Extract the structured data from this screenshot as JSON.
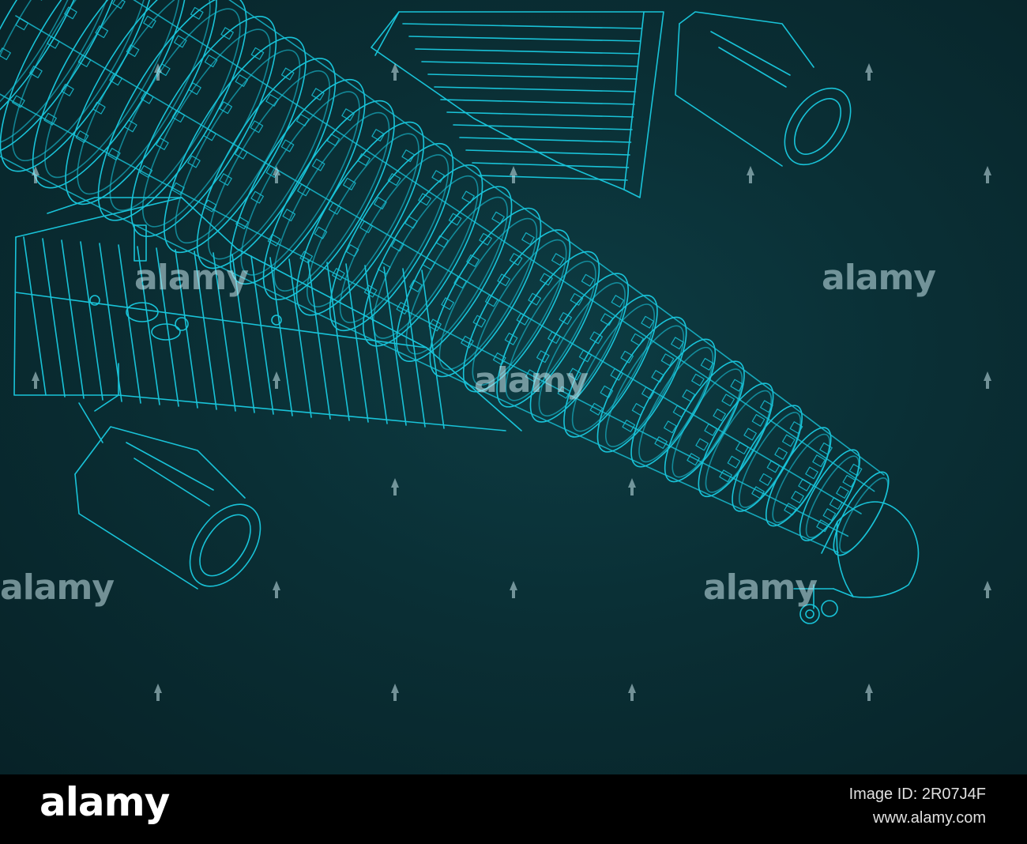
{
  "image": {
    "subject": "aircraft-blueprint-wireframe",
    "line_color": "#19c3d8",
    "background_color": "#0a2f35"
  },
  "watermark": {
    "text": "alamy",
    "color": "#c8e6eb"
  },
  "footer": {
    "logo": "alamy",
    "image_id": "Image ID: 2R07J4F",
    "url": "www.alamy.com"
  }
}
